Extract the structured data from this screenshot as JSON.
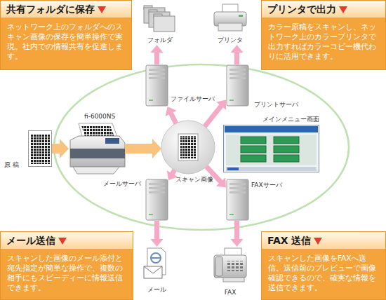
{
  "diagram": {
    "nodes": [
      {
        "text": [
          "共有フォルダに保存",
          "ネットワーク上のフォルダへのスキャン画像の保存を簡単操作で実現。社内での情報共有を促進します。"
        ]
      },
      {
        "text": [
          "フォルダ"
        ]
      },
      {
        "text": [
          "プリンタ"
        ]
      },
      {
        "text": [
          "プリンタで出力",
          "カラー原稿をスキャンし、ネットワーク上のカラープリンタで出力すればカラーコピー機代わりに活用できます。"
        ]
      },
      {
        "text": [
          "ファイルサーバ"
        ]
      },
      {
        "text": [
          "プリントサーバ"
        ]
      },
      {
        "text": [
          "fi-6000NS"
        ]
      },
      {
        "text": [
          "メインメニュー画面"
        ]
      },
      {
        "text": [
          "原 稿"
        ]
      },
      {
        "text": [
          "スキャン画像"
        ]
      },
      {
        "text": [
          "メールサーバ"
        ]
      },
      {
        "text": [
          "FAXサーバ"
        ]
      },
      {
        "text": [
          "メール送信",
          "スキャンした画像のメール添付と宛先指定が簡単な操作で、複数の相手にもスピーディーに情報送信できます。"
        ]
      },
      {
        "text": [
          "メール"
        ]
      },
      {
        "text": [
          "FAX"
        ]
      },
      {
        "text": [
          "FAX 送信",
          "スキャンした画像をFAXへ送信。送信前のプレビューで画像確認できるので、確実な情報を送信できます。"
        ]
      }
    ],
    "edges": [
      {
        "from": 4,
        "to": 1,
        "arrow": "to"
      },
      {
        "from": 5,
        "to": 2,
        "arrow": "to"
      },
      {
        "from": 8,
        "to": 6,
        "arrow": "to"
      },
      {
        "from": 6,
        "to": 9,
        "arrow": "to"
      },
      {
        "from": 9,
        "to": 4,
        "arrow": "to"
      },
      {
        "from": 9,
        "to": 5,
        "arrow": "to"
      },
      {
        "from": 9,
        "to": 10,
        "arrow": "to"
      },
      {
        "from": 9,
        "to": 11,
        "arrow": "to"
      },
      {
        "from": 10,
        "to": 13,
        "arrow": "to"
      },
      {
        "from": 11,
        "to": 14,
        "arrow": "to"
      }
    ]
  }
}
